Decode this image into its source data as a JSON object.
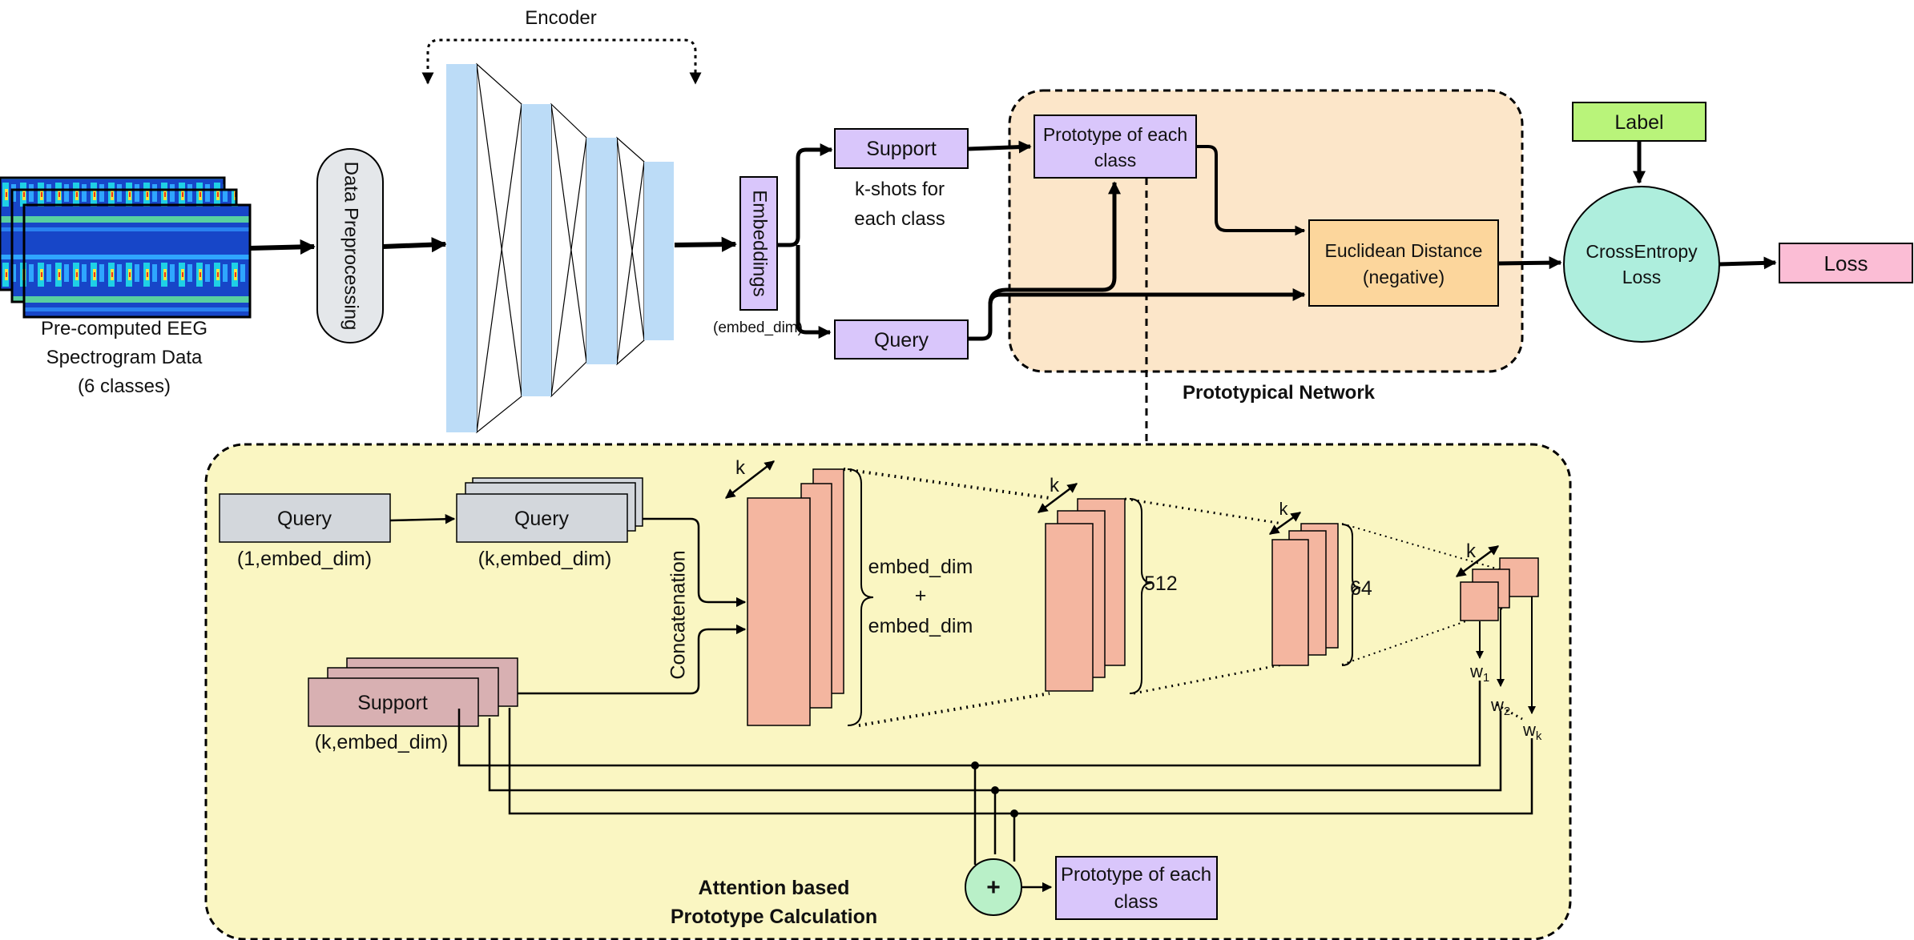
{
  "top": {
    "input_caption": [
      "Pre-computed EEG",
      "Spectrogram Data",
      "(6 classes)"
    ],
    "preprocessing": "Data Preprocessing",
    "encoder": "Encoder",
    "embeddings": "Embeddings",
    "embed_dim_note": "(embed_dim)",
    "support": "Support",
    "kshots": [
      "k-shots for",
      "each class"
    ],
    "query": "Query",
    "prototype": [
      "Prototype of each",
      "class"
    ],
    "euclid": [
      "Euclidean Distance",
      "(negative)"
    ],
    "proto_network": "Prototypical Network",
    "label": "Label",
    "ce_loss": [
      "CrossEntropy",
      "Loss"
    ],
    "loss": "Loss"
  },
  "attention": {
    "title": [
      "Attention based",
      "Prototype Calculation"
    ],
    "query_single": "Query",
    "query_single_dim": "(1,embed_dim)",
    "query_stack": "Query",
    "query_stack_dim": "(k,embed_dim)",
    "support_stack": "Support",
    "support_stack_dim": "(k,embed_dim)",
    "concat": "Concatenation",
    "k": "k",
    "size_concat": [
      "embed_dim",
      "+",
      "embed_dim"
    ],
    "size_512": "512",
    "size_64": "64",
    "weights": [
      "w",
      "w",
      "w"
    ],
    "weight_subs": [
      "1",
      "2",
      "k"
    ],
    "plus": "+",
    "prototype": [
      "Prototype of each",
      "class"
    ]
  },
  "colors": {
    "purple_box": "#d9c6fb",
    "orange_region": "#fce6c9",
    "euclid_fill": "#fcd69c",
    "yellow_region": "#faf6c2",
    "label_green": "#b9f47a",
    "circle_teal": "#aeeedd",
    "loss_pink": "#fbbdd5",
    "encoder_blue": "#bcdcf7",
    "query_grey": "#d3d7dc",
    "support_pink": "#d8b0b2",
    "salmon": "#f4b6a0",
    "plus_green": "#b9f0c8"
  }
}
